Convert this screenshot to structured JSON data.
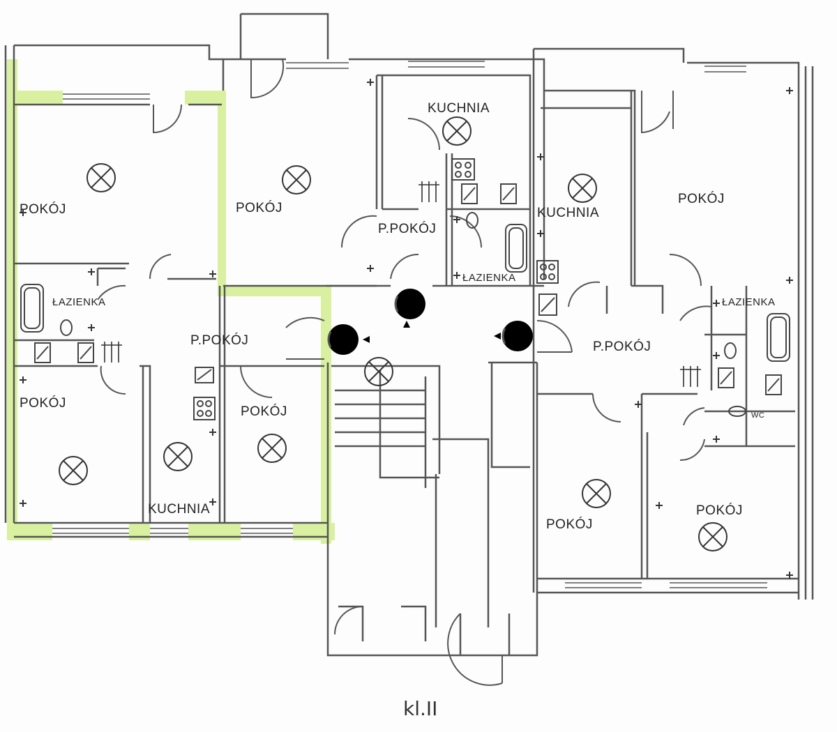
{
  "rooms": {
    "a_pokoj_top": "POKÓJ",
    "a_lazienka": "ŁAZIENKA",
    "a_pokoj_bottom": "POKÓJ",
    "b_pokoj": "POKÓJ",
    "b_ppokoj": "P.POKÓJ",
    "b_kuchnia": "KUCHNIA",
    "b_pokoj_small": "POKÓJ",
    "c_kuchnia": "KUCHNIA",
    "c_ppokoj": "P.POKÓJ",
    "c_lazienka": "ŁAZIENKA",
    "d_kuchnia": "KUCHNIA",
    "d_pokoj_top": "POKÓJ",
    "d_lazienka": "ŁAZIENKA",
    "d_ppokoj": "P.POKÓJ",
    "d_wc": "WC",
    "d_pokoj_mid": "POKÓJ",
    "d_pokoj_right": "POKÓJ"
  },
  "caption": "kl.II",
  "colors": {
    "wall": "#555555",
    "highlight": "#d8f0a0",
    "marker": "#000000",
    "background": "#fdfdfd"
  },
  "icons": [
    "light-fixture-icon",
    "socket-icon",
    "bathtub-icon",
    "toilet-icon",
    "sink-icon",
    "stove-icon",
    "radiator-icon",
    "door-swing-icon",
    "window-icon",
    "marker-dot-icon"
  ]
}
